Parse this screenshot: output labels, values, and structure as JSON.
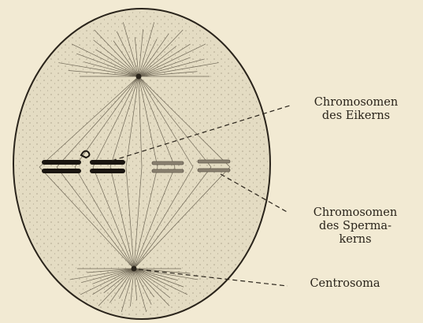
{
  "labels": {
    "chromosomen_eikern": {
      "line1": "Chromosomen",
      "line2": "des Eikerns"
    },
    "chromosomen_spermakern": {
      "line1": "Chromosomen",
      "line2": "des Sperma-",
      "line3": "kerns"
    },
    "centrosoma": {
      "text": "Centrosoma"
    }
  },
  "colors": {
    "background": "#f2ead3",
    "cell_fill": "#e4dcc3",
    "ink": "#2a241b",
    "egg_chromosomes": "#1a1510",
    "sperm_chromosomes": "#8a8170"
  }
}
